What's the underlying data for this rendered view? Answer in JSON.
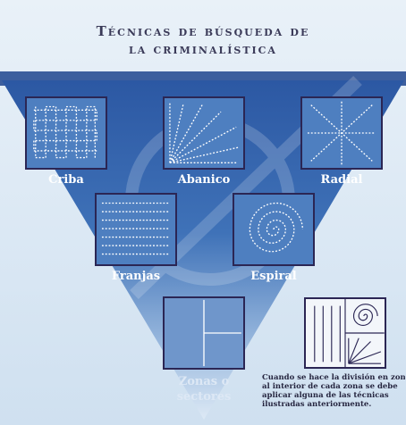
{
  "title": {
    "line1": "Técnicas de búsqueda de",
    "line2": "la criminalística"
  },
  "techniques": {
    "criba": "Criba",
    "abanico": "Abanico",
    "radial": "Radial",
    "franjas": "Franjas",
    "espiral": "Espiral",
    "zonas_line1": "Zonas o",
    "zonas_line2": "sectores"
  },
  "note": {
    "line1": "Cuando se hace la división en zonas",
    "line2": "al interior de cada zona se debe",
    "line3": "aplicar alguna de las técnicas",
    "line4": "ilustradas anteriormente."
  },
  "colors": {
    "triangle_top": "#2f5da8",
    "triangle_bottom": "#cfe0f2",
    "panel_border": "#2b2654",
    "title": "#3a3a58"
  }
}
